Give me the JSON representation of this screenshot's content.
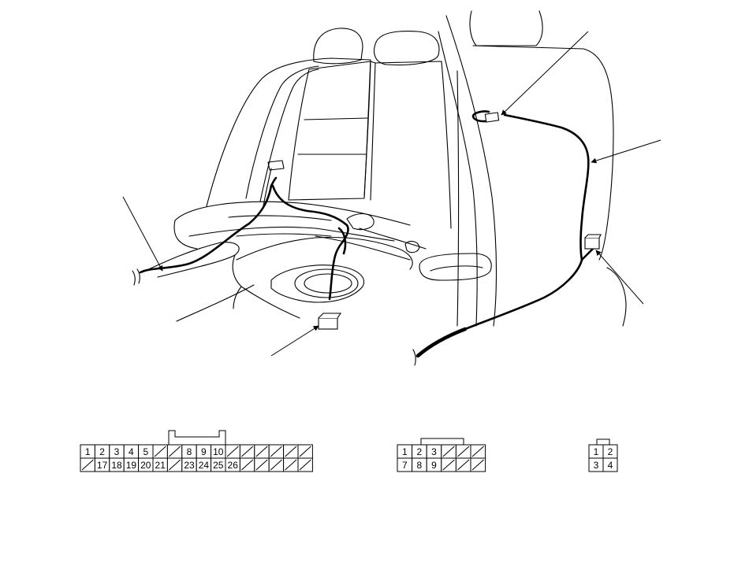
{
  "connectors": [
    {
      "id": "connector-26p",
      "rows": [
        [
          "1",
          "2",
          "3",
          "4",
          "5",
          "",
          "",
          "8",
          "9",
          "10",
          "",
          "",
          "",
          "",
          "",
          ""
        ],
        [
          "",
          "17",
          "18",
          "19",
          "20",
          "21",
          "",
          "23",
          "24",
          "25",
          "26",
          "",
          "",
          "",
          "",
          ""
        ]
      ]
    },
    {
      "id": "connector-9p",
      "rows": [
        [
          "1",
          "2",
          "3",
          "",
          "",
          ""
        ],
        [
          "7",
          "8",
          "9",
          "",
          "",
          ""
        ]
      ]
    },
    {
      "id": "connector-4p",
      "rows": [
        [
          "1",
          "2"
        ],
        [
          "3",
          "4"
        ]
      ]
    }
  ]
}
